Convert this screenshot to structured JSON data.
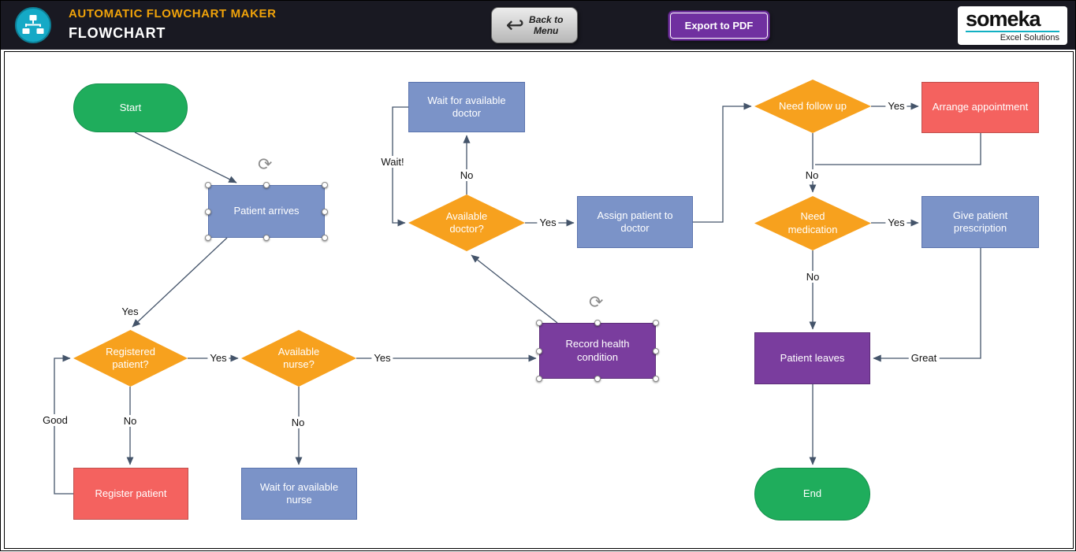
{
  "header": {
    "app_title": "AUTOMATIC FLOWCHART MAKER",
    "sheet_title": "FLOWCHART",
    "back_button": {
      "line1": "Back to",
      "line2": "Menu"
    },
    "export_button": "Export to PDF",
    "logo": {
      "brand": "someka",
      "tagline": "Excel Solutions"
    }
  },
  "icons": {
    "back_glyph": "↩",
    "rotate_glyph": "⟳"
  },
  "colors": {
    "header_bg": "#191922",
    "title_orange": "#F0A30A",
    "logo_teal": "#12B0C2",
    "export_purple": "#7030A0",
    "node_blue": "#7B93C8",
    "node_orange": "#F7A11E",
    "node_red": "#F4625F",
    "node_purple": "#7A3D9E",
    "node_green": "#1FAD5C",
    "connector": "#44546A"
  },
  "nodes": [
    {
      "id": "start",
      "label": "Start",
      "shape": "stadium",
      "color": "green",
      "selected": false
    },
    {
      "id": "patient-arrives",
      "label": "Patient arrives",
      "shape": "rect",
      "color": "blue",
      "selected": true
    },
    {
      "id": "wait-doctor",
      "label": "Wait for available doctor",
      "shape": "rect",
      "color": "blue",
      "selected": false
    },
    {
      "id": "available-doctor",
      "label": "Available doctor?",
      "shape": "diamond",
      "color": "orange",
      "selected": false
    },
    {
      "id": "assign-doctor",
      "label": "Assign patient to doctor",
      "shape": "rect",
      "color": "blue",
      "selected": false
    },
    {
      "id": "need-followup",
      "label": "Need follow up",
      "shape": "diamond",
      "color": "orange",
      "selected": false
    },
    {
      "id": "arrange-appointment",
      "label": "Arrange appointment",
      "shape": "rect",
      "color": "red",
      "selected": false
    },
    {
      "id": "need-medication",
      "label": "Need medication",
      "shape": "diamond",
      "color": "orange",
      "selected": false
    },
    {
      "id": "give-prescription",
      "label": "Give patient prescription",
      "shape": "rect",
      "color": "blue",
      "selected": false
    },
    {
      "id": "registered-patient",
      "label": "Registered patient?",
      "shape": "diamond",
      "color": "orange",
      "selected": false
    },
    {
      "id": "available-nurse",
      "label": "Available nurse?",
      "shape": "diamond",
      "color": "orange",
      "selected": false
    },
    {
      "id": "record-health",
      "label": "Record health condition",
      "shape": "rect",
      "color": "purple",
      "selected": true
    },
    {
      "id": "register-patient",
      "label": "Register patient",
      "shape": "rect",
      "color": "red",
      "selected": false
    },
    {
      "id": "wait-nurse",
      "label": "Wait for available nurse",
      "shape": "rect",
      "color": "blue",
      "selected": false
    },
    {
      "id": "patient-leaves",
      "label": "Patient leaves",
      "shape": "rect",
      "color": "purple",
      "selected": false
    },
    {
      "id": "end",
      "label": "End",
      "shape": "stadium",
      "color": "green",
      "selected": false
    }
  ],
  "edge_labels": [
    "Yes",
    "No",
    "Good",
    "Yes",
    "No",
    "Yes",
    "Wait!",
    "No",
    "Yes",
    "Yes",
    "No",
    "Yes",
    "No",
    "Great"
  ]
}
